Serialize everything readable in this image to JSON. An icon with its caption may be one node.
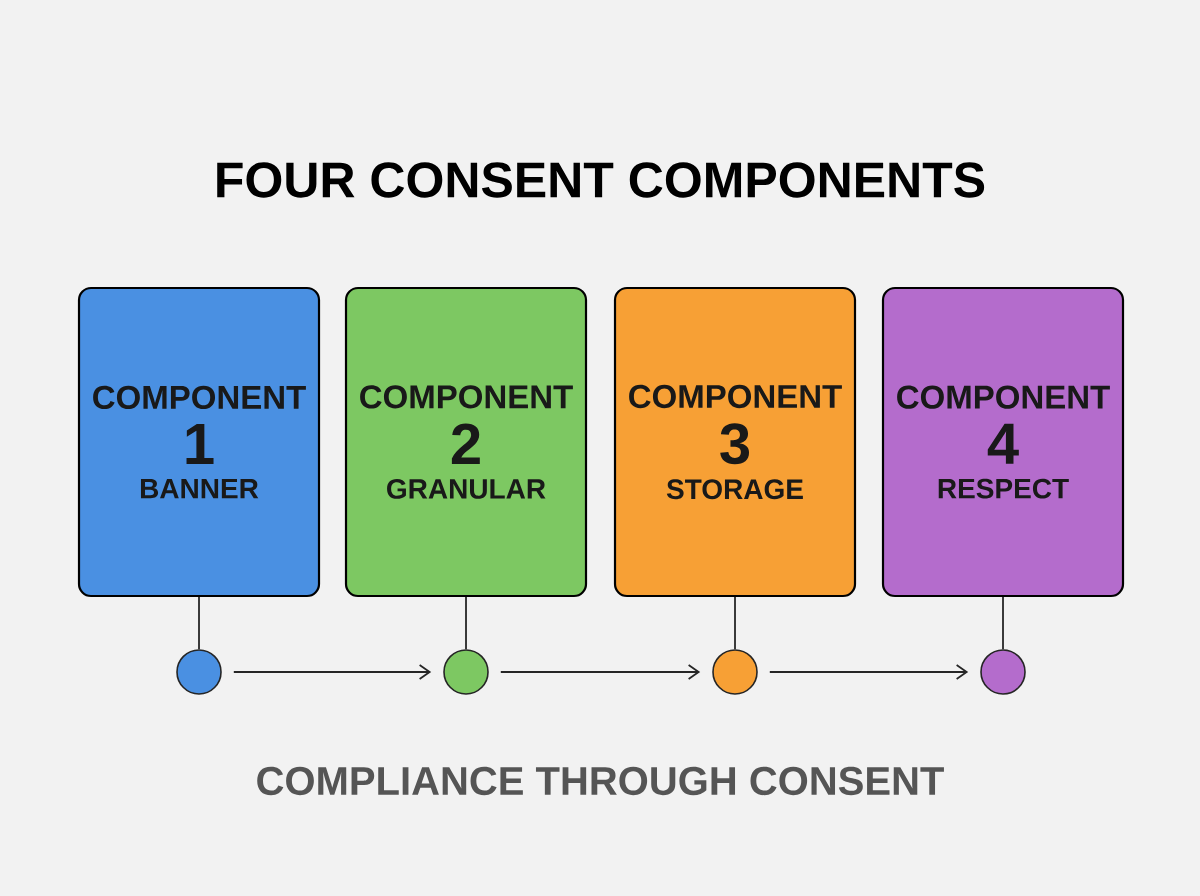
{
  "diagram": {
    "title": "FOUR CONSENT COMPONENTS",
    "caption": "COMPLIANCE THROUGH CONSENT",
    "nodes": [
      {
        "text": [
          "COMPONENT",
          "1",
          "BANNER"
        ]
      },
      {
        "text": [
          "COMPONENT",
          "2",
          "GRANULAR"
        ]
      },
      {
        "text": [
          "COMPONENT",
          "3",
          "STORAGE"
        ]
      },
      {
        "text": [
          "COMPONENT",
          "4",
          "RESPECT"
        ]
      },
      {
        "text": [],
        "shape": "circle"
      },
      {
        "text": [],
        "shape": "circle"
      },
      {
        "text": [],
        "shape": "circle"
      },
      {
        "text": [],
        "shape": "circle"
      }
    ],
    "edges": [
      {
        "from": 0,
        "to": 4,
        "arrow": "none"
      },
      {
        "from": 1,
        "to": 5,
        "arrow": "none"
      },
      {
        "from": 2,
        "to": 6,
        "arrow": "none"
      },
      {
        "from": 3,
        "to": 7,
        "arrow": "none"
      },
      {
        "from": 4,
        "to": 5,
        "arrow": "to"
      },
      {
        "from": 5,
        "to": 6,
        "arrow": "to"
      },
      {
        "from": 6,
        "to": 7,
        "arrow": "to"
      }
    ]
  }
}
